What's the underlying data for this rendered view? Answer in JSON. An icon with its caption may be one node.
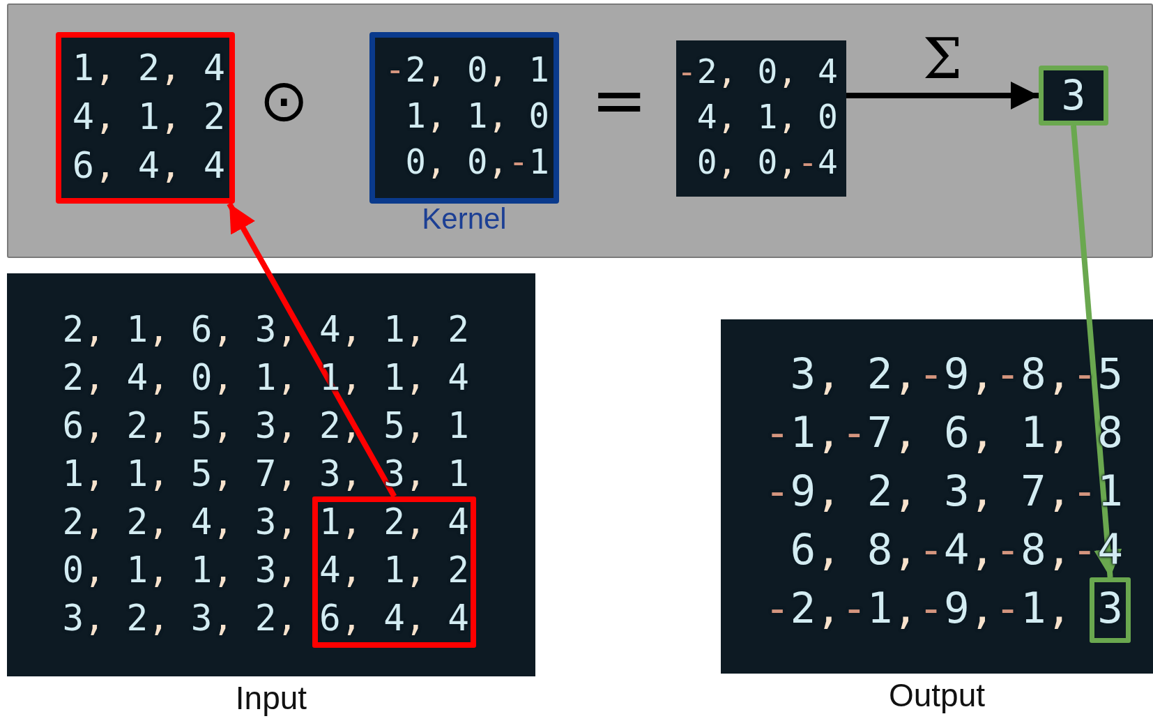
{
  "diagram": {
    "nodes": [
      {
        "text": [],
        "shape": "box"
      },
      {
        "text": [
          "1, 2, 4 4, 1, 2 6, 4, 4"
        ],
        "in": 0
      },
      {
        "text": [
          "-2, 0, 1 1, 1, 0 0, 0,-1",
          "Kernel"
        ],
        "in": 0
      },
      {
        "text": [
          "-2, 0, 4 4, 1, 0 0, 0,-4"
        ],
        "in": 0
      },
      {
        "text": [
          "3"
        ],
        "in": 0
      },
      {
        "text": [
          "2, 1, 6, 3, 4, 1, 2 2, 4, 0, 1, 1, 1, 4 6, 2, 5, 3, 2, 5, 1 1, 1, 5, 7, 3, 3, 1 2, 2, 4, 3, 1, 2, 4 0, 1, 1, 3, 4, 1, 2 3, 2, 3, 2, 6, 4, 4",
          "Input"
        ]
      },
      {
        "text": [],
        "shape": "box",
        "in": 5
      },
      {
        "text": [
          "3, 2,-9,-8,-5 -1,-7, 6, 1, 8 -9, 2, 3, 7,-1 6, 8,-4,-8,-4 -2,-1,-9,-1, 3",
          "Output"
        ]
      },
      {
        "text": [],
        "shape": "box",
        "in": 7
      }
    ],
    "edges": [
      {
        "from": 6,
        "to": 1,
        "arrow": "to",
        "color": "#ff0000"
      },
      {
        "from": 3,
        "to": 4,
        "arrow": "to",
        "label": "Σ",
        "color": "#000000"
      },
      {
        "from": 4,
        "to": 8,
        "arrow": "to",
        "color": "#6aa84f"
      }
    ],
    "labels": [
      "⊙",
      "="
    ]
  }
}
